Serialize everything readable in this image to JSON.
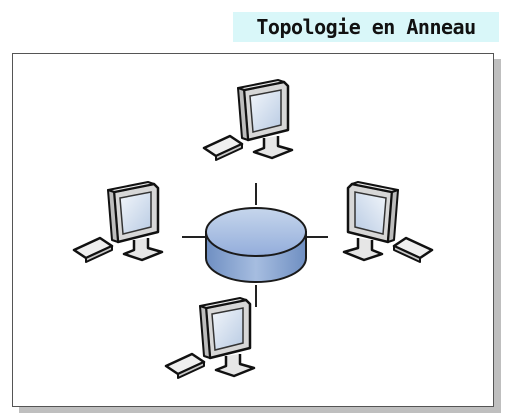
{
  "title": "Topologie en Anneau",
  "diagram": {
    "hub": "ring-hub-disc",
    "nodes": [
      "computer-top",
      "computer-left",
      "computer-right",
      "computer-bottom"
    ],
    "colors": {
      "hub_fill": "#a9bfde",
      "hub_side": "#7f9cc8",
      "screen": "#dfe8f4",
      "title_bg": "#d9f7f9"
    }
  }
}
